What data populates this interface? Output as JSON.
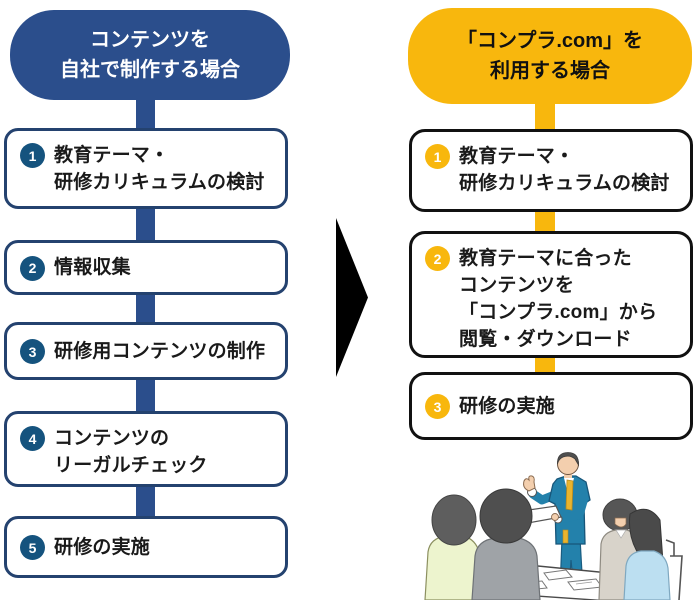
{
  "colors": {
    "left_accent": "#2B4E8C",
    "left_border": "#24426F",
    "left_badge": "#15537E",
    "right_accent": "#F8B70D",
    "right_border": "#111111",
    "text": "#1A1A1A",
    "arrow": "#000000",
    "suit_teal": "#2381AB",
    "tie_gold": "#E9B42E",
    "skin": "#F3CFAE",
    "audience_green": "#EDF4CE",
    "audience_gray": "#9FA3A7",
    "audience_blue": "#BCDFF1",
    "audience_beige": "#D8D3CA",
    "hair_dark": "#4F4F4F"
  },
  "left_flow": {
    "title_lines": [
      "コンテンツを",
      "自社で制作する場合"
    ],
    "steps": [
      {
        "num": "1",
        "lines": [
          "教育テーマ・",
          "研修カリキュラムの検討"
        ]
      },
      {
        "num": "2",
        "lines": [
          "情報収集"
        ]
      },
      {
        "num": "3",
        "lines": [
          "研修用コンテンツの制作"
        ]
      },
      {
        "num": "4",
        "lines": [
          "コンテンツの",
          "リーガルチェック"
        ]
      },
      {
        "num": "5",
        "lines": [
          "研修の実施"
        ]
      }
    ]
  },
  "right_flow": {
    "title_lines": [
      "「コンプラ.com」を",
      "利用する場合"
    ],
    "steps": [
      {
        "num": "1",
        "lines": [
          "教育テーマ・",
          "研修カリキュラムの検討"
        ]
      },
      {
        "num": "2",
        "lines": [
          "教育テーマに合った",
          "コンテンツを",
          "「コンプラ.com」から",
          "閲覧・ダウンロード"
        ]
      },
      {
        "num": "3",
        "lines": [
          "研修の実施"
        ]
      }
    ]
  },
  "arrow": {
    "direction": "right"
  },
  "illustration": {
    "alt": "presenter in teal suit giving a training session to four seated listeners at a table"
  }
}
